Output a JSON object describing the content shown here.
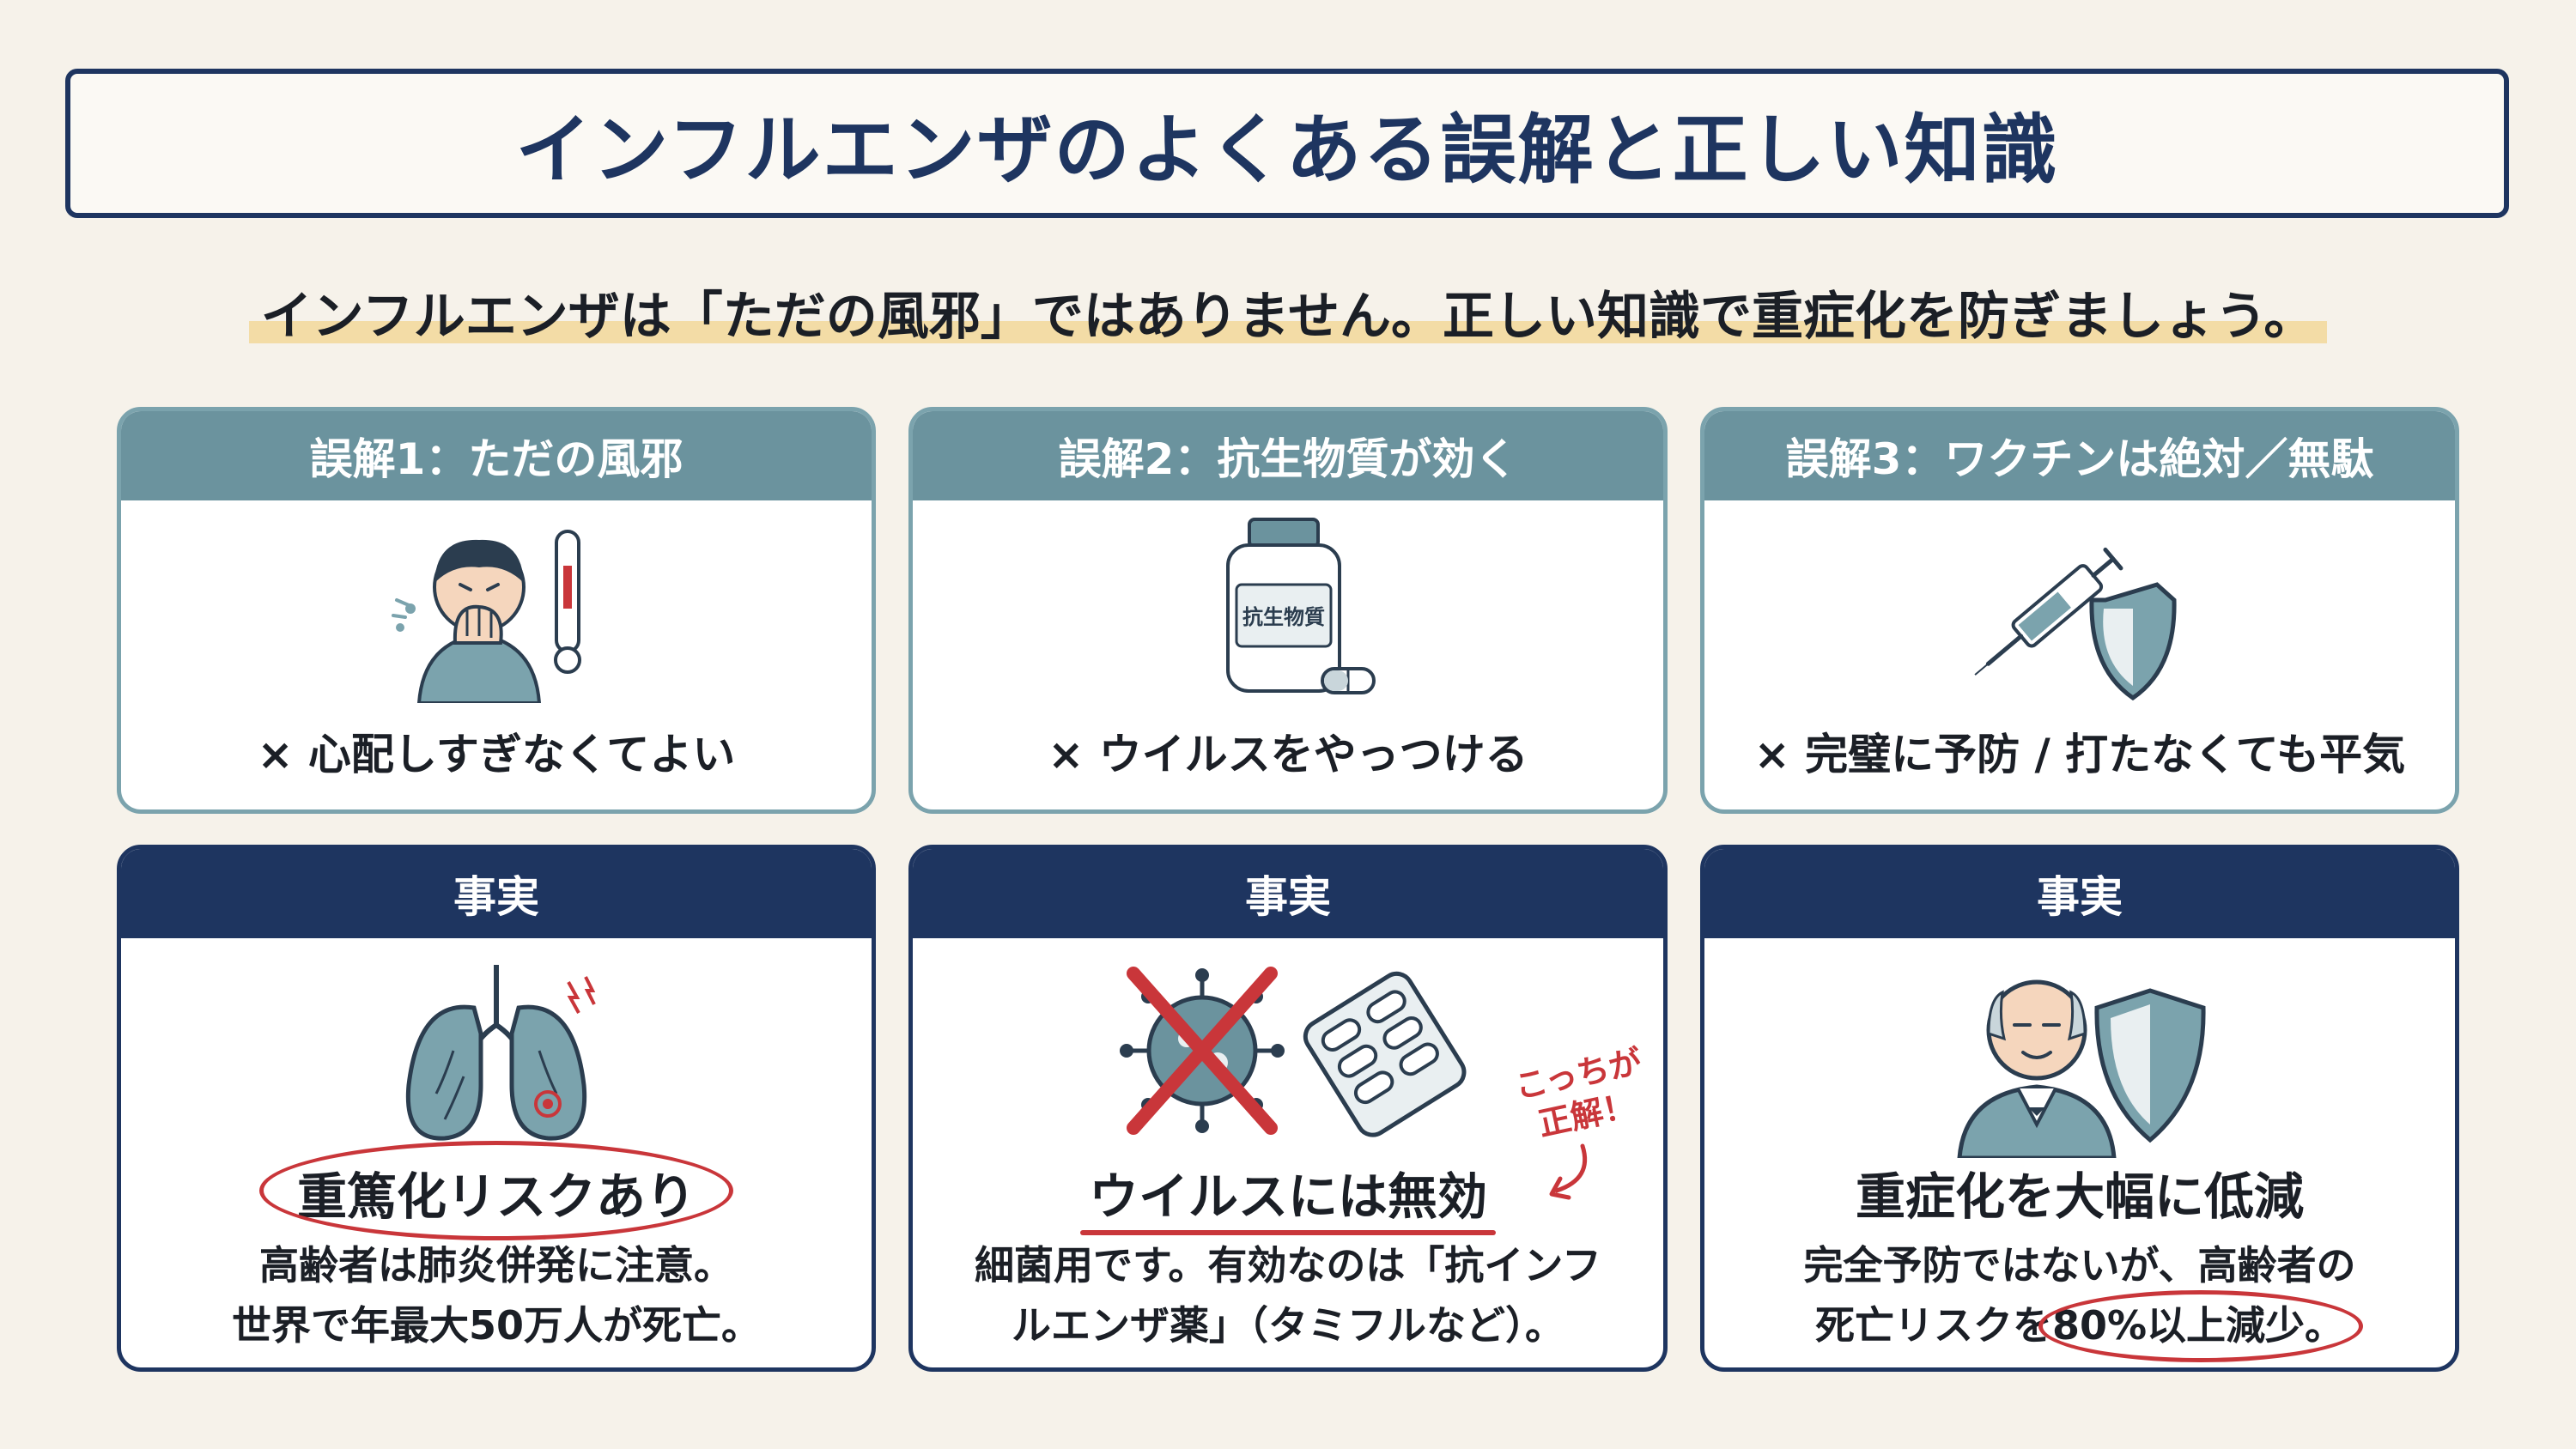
{
  "title": "インフルエンザのよくある誤解と正しい知識",
  "subtitle": "インフルエンザは「ただの風邪」ではありません。正しい知識で重症化を防ぎましょう。",
  "colors": {
    "navy": "#1e3560",
    "teal": "#6b939e",
    "red": "#c9363a",
    "highlight": "#f3dca6"
  },
  "myths": [
    {
      "heading": "誤解1：ただの風邪",
      "icon": "sneezing-person-icon",
      "text": "× 心配しすぎなくてよい"
    },
    {
      "heading": "誤解2：抗生物質が効く",
      "icon": "medicine-bottle-icon",
      "bottle_label": "抗生物質",
      "text": "× ウイルスをやっつける"
    },
    {
      "heading": "誤解3：ワクチンは絶対／無駄",
      "icon": "syringe-shield-icon",
      "text": "× 完璧に予防 / 打たなくても平気"
    }
  ],
  "facts": [
    {
      "heading": "事実",
      "icon": "lungs-icon",
      "main": "重篤化リスクあり",
      "line1": "高齢者は肺炎併発に注意。",
      "line2": "世界で年最大50万人が死亡。"
    },
    {
      "heading": "事実",
      "icon": "virus-crossed-pills-icon",
      "main": "ウイルスには無効",
      "line1": "細菌用です。有効なのは「抗インフ",
      "line2": "ルエンザ薬」（タミフルなど）。",
      "note1": "こっちが",
      "note2": "正解！"
    },
    {
      "heading": "事実",
      "icon": "elderly-shield-icon",
      "main": "重症化を大幅に低減",
      "line1": "完全予防ではないが、高齢者の",
      "line2_pre": "死亡リスクを",
      "line2_hl": "80%以上減少。"
    }
  ]
}
